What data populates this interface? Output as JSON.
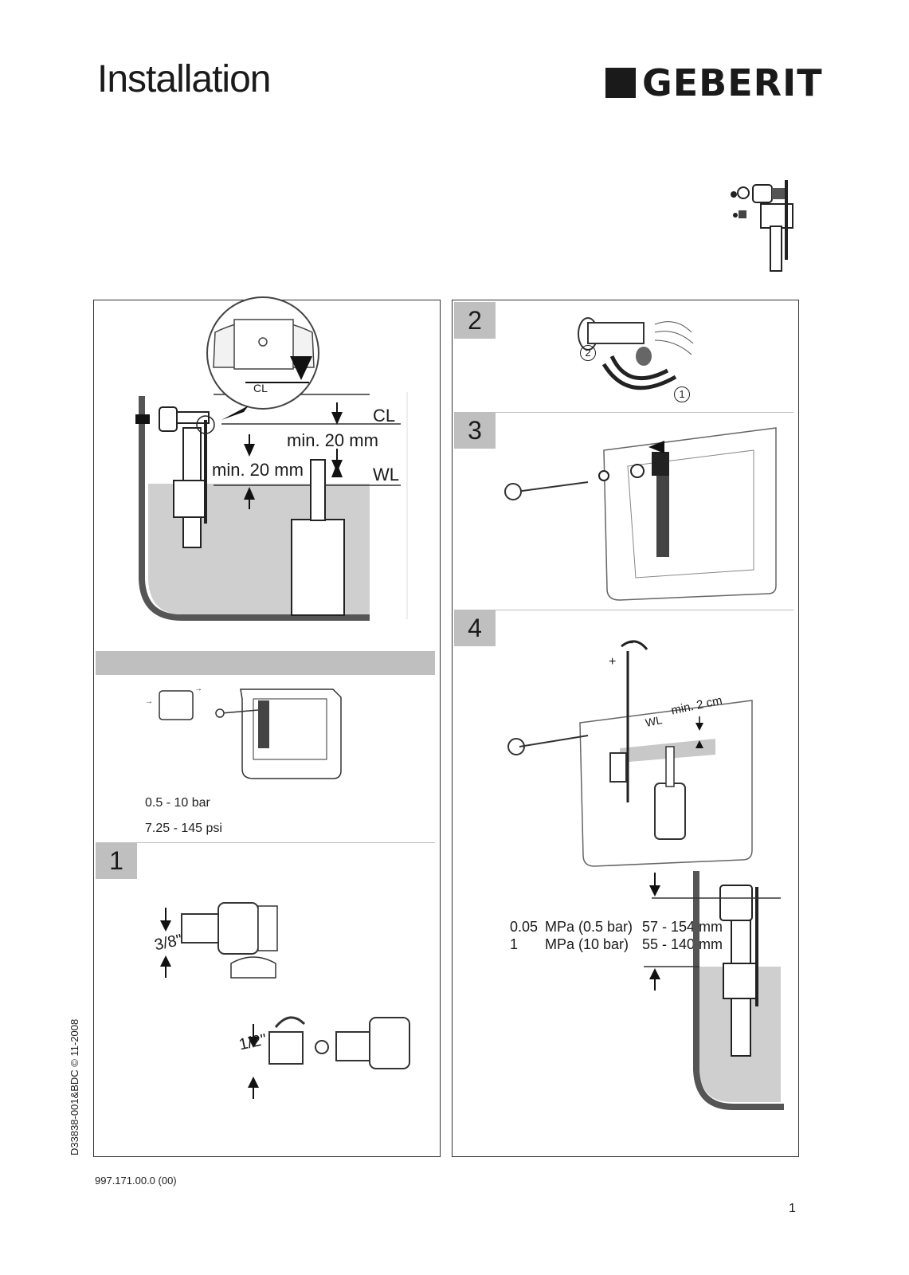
{
  "header": {
    "title": "Installation",
    "brand": "GEBERIT"
  },
  "left_panel": {
    "labels": {
      "cl": "CL",
      "wl": "WL",
      "min_upper": "min. 20 mm",
      "min_lower": "min. 20 mm",
      "zoom_cl": "CL"
    },
    "pressure": {
      "bar": "0.5 - 10 bar",
      "psi": "7.25 - 145 psi"
    },
    "step1": {
      "number": "1",
      "thread_a": "3/8\"",
      "thread_b": "1/2\""
    }
  },
  "right_panel": {
    "step2": {
      "number": "2",
      "marker1": "1",
      "marker2": "2"
    },
    "step3": {
      "number": "3"
    },
    "step4": {
      "number": "4",
      "min_label": "min. 2 cm",
      "wl": "WL",
      "plus": "+",
      "minus": "−",
      "table": [
        {
          "p": "0.05",
          "unit": "MPa (0.5 bar)",
          "range": "57 - 154 mm"
        },
        {
          "p": "1",
          "unit": "MPa (10 bar)",
          "range": "55 - 140 mm"
        }
      ]
    }
  },
  "footer": {
    "doc_code": "997.171.00.0 (00)",
    "page": "1",
    "side_code": "D33838-001&BDC © 11-2008"
  }
}
